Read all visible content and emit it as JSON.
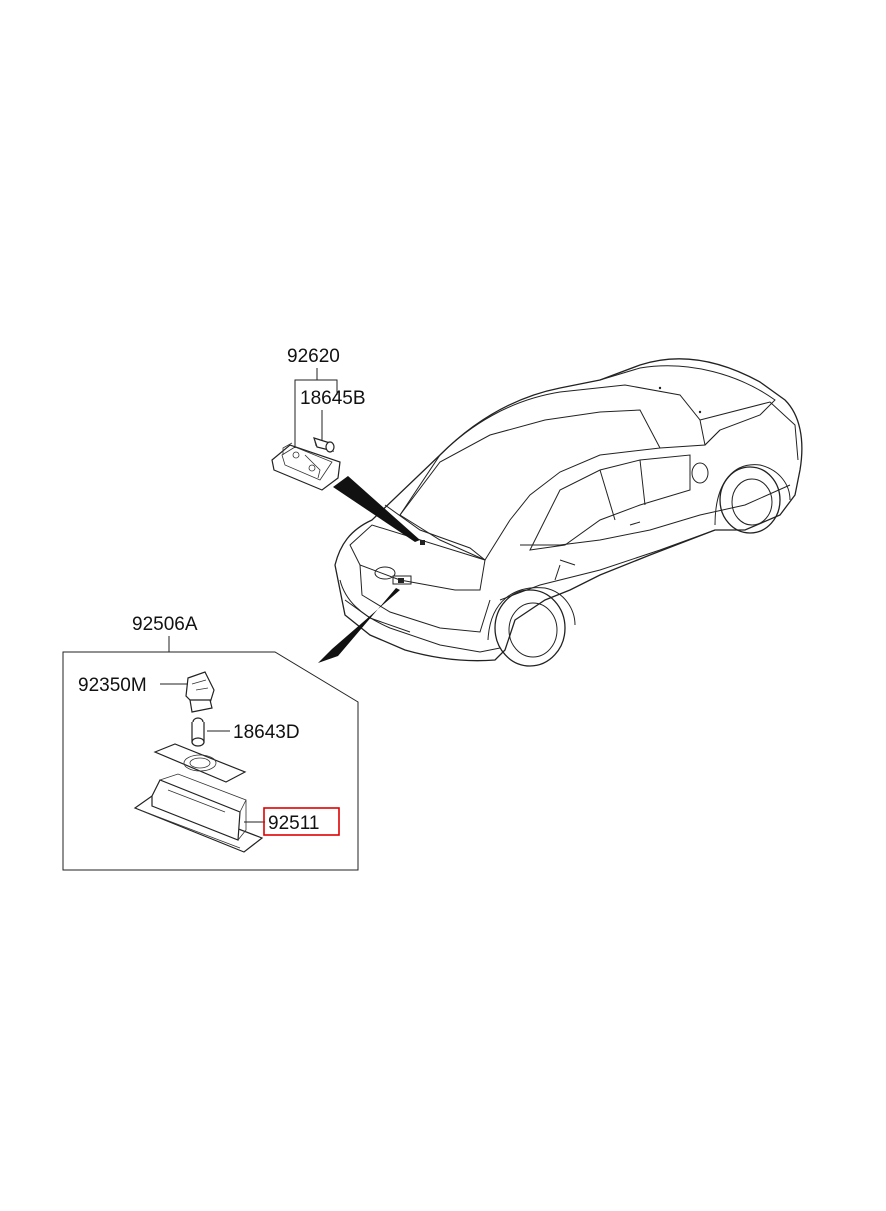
{
  "parts": {
    "lamp_top_assembly": "92620",
    "bulb_top": "18645B",
    "license_lamp_assembly": "92506A",
    "socket": "92350M",
    "bulb_bottom": "18643D",
    "lens_housing": "92511"
  },
  "highlight": {
    "part": "92511",
    "color": "#e00000"
  }
}
